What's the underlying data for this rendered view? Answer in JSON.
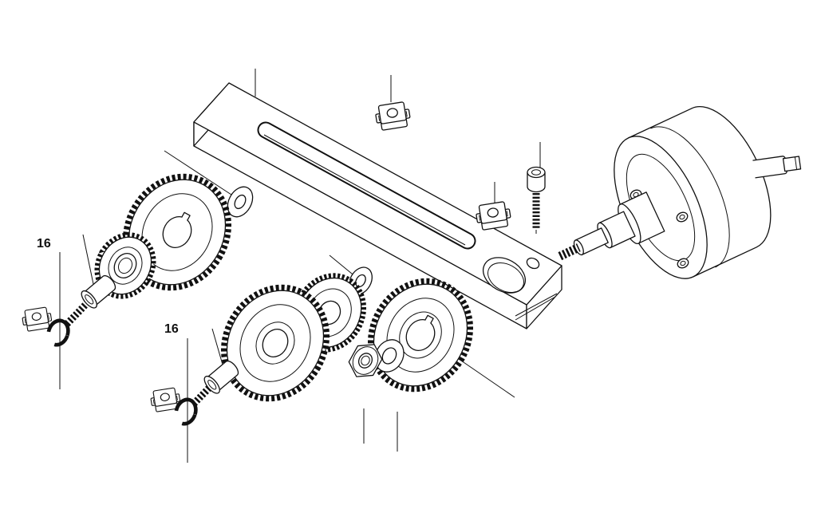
{
  "diagram": {
    "type": "exploded-parts-drawing",
    "callouts": [
      {
        "label": "16"
      },
      {
        "label": "16"
      }
    ],
    "colors": {
      "background": "#ffffff",
      "line": "#111111"
    }
  }
}
